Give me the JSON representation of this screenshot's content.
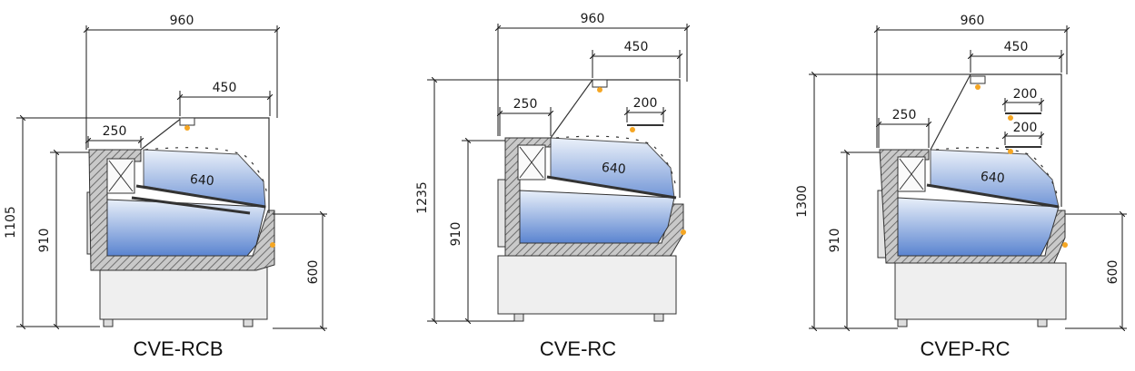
{
  "colors": {
    "glass_gradient_top": "#dfe9f7",
    "glass_gradient_bottom": "#5d86d2",
    "hatch": "#7a7a7a",
    "body_fill": "#eeeeee",
    "line": "#1a1a1a",
    "lamp": "#f5a623"
  },
  "units": "",
  "cabinets": [
    {
      "model": "CVE-RCB",
      "width": "960",
      "top_opening": "450",
      "rear_shelf": "250",
      "display_depth": "640",
      "height_total": "1105",
      "height_counter": "910",
      "height_front": "600"
    },
    {
      "model": "CVE-RC",
      "width": "960",
      "top_opening": "450",
      "rear_shelf": "250",
      "shelf": "200",
      "display_depth": "640",
      "height_total": "1235",
      "height_counter": "910"
    },
    {
      "model": "CVEP-RC",
      "width": "960",
      "top_opening": "450",
      "rear_shelf": "250",
      "shelf_upper": "200",
      "shelf_lower": "200",
      "display_depth": "640",
      "height_total": "1300",
      "height_counter": "910",
      "height_front": "600"
    }
  ]
}
